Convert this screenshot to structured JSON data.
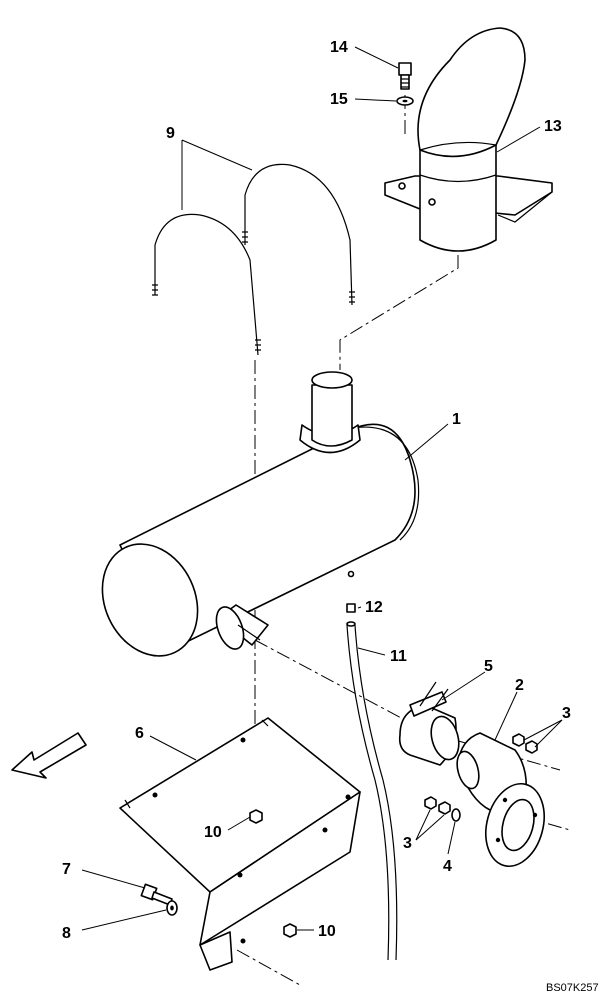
{
  "diagram": {
    "callouts": [
      {
        "id": "c1",
        "label": "1"
      },
      {
        "id": "c2",
        "label": "2"
      },
      {
        "id": "c3a",
        "label": "3"
      },
      {
        "id": "c3b",
        "label": "3"
      },
      {
        "id": "c4",
        "label": "4"
      },
      {
        "id": "c5",
        "label": "5"
      },
      {
        "id": "c6",
        "label": "6"
      },
      {
        "id": "c7",
        "label": "7"
      },
      {
        "id": "c8",
        "label": "8"
      },
      {
        "id": "c9",
        "label": "9"
      },
      {
        "id": "c10a",
        "label": "10"
      },
      {
        "id": "c10b",
        "label": "10"
      },
      {
        "id": "c11",
        "label": "11"
      },
      {
        "id": "c12",
        "label": "12"
      },
      {
        "id": "c13",
        "label": "13"
      },
      {
        "id": "c14",
        "label": "14"
      },
      {
        "id": "c15",
        "label": "15"
      }
    ],
    "drawing_code": "BS07K257"
  }
}
